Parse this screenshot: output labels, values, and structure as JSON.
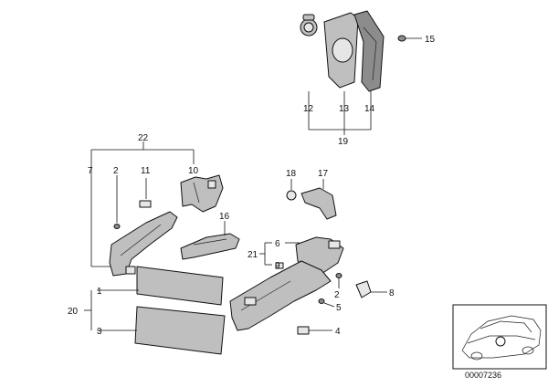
{
  "callouts": {
    "c1": "1",
    "c2a": "2",
    "c2b": "2",
    "c3": "3",
    "c4": "4",
    "c5": "5",
    "c6": "6",
    "c7": "7",
    "c8": "8",
    "c9": "9",
    "c10": "10",
    "c11": "11",
    "c12": "12",
    "c13": "13",
    "c14": "14",
    "c15": "15",
    "c16": "16",
    "c17": "17",
    "c18": "18",
    "c19": "19",
    "c20": "20",
    "c21": "21",
    "c22": "22"
  },
  "drawing_number": "00007236"
}
